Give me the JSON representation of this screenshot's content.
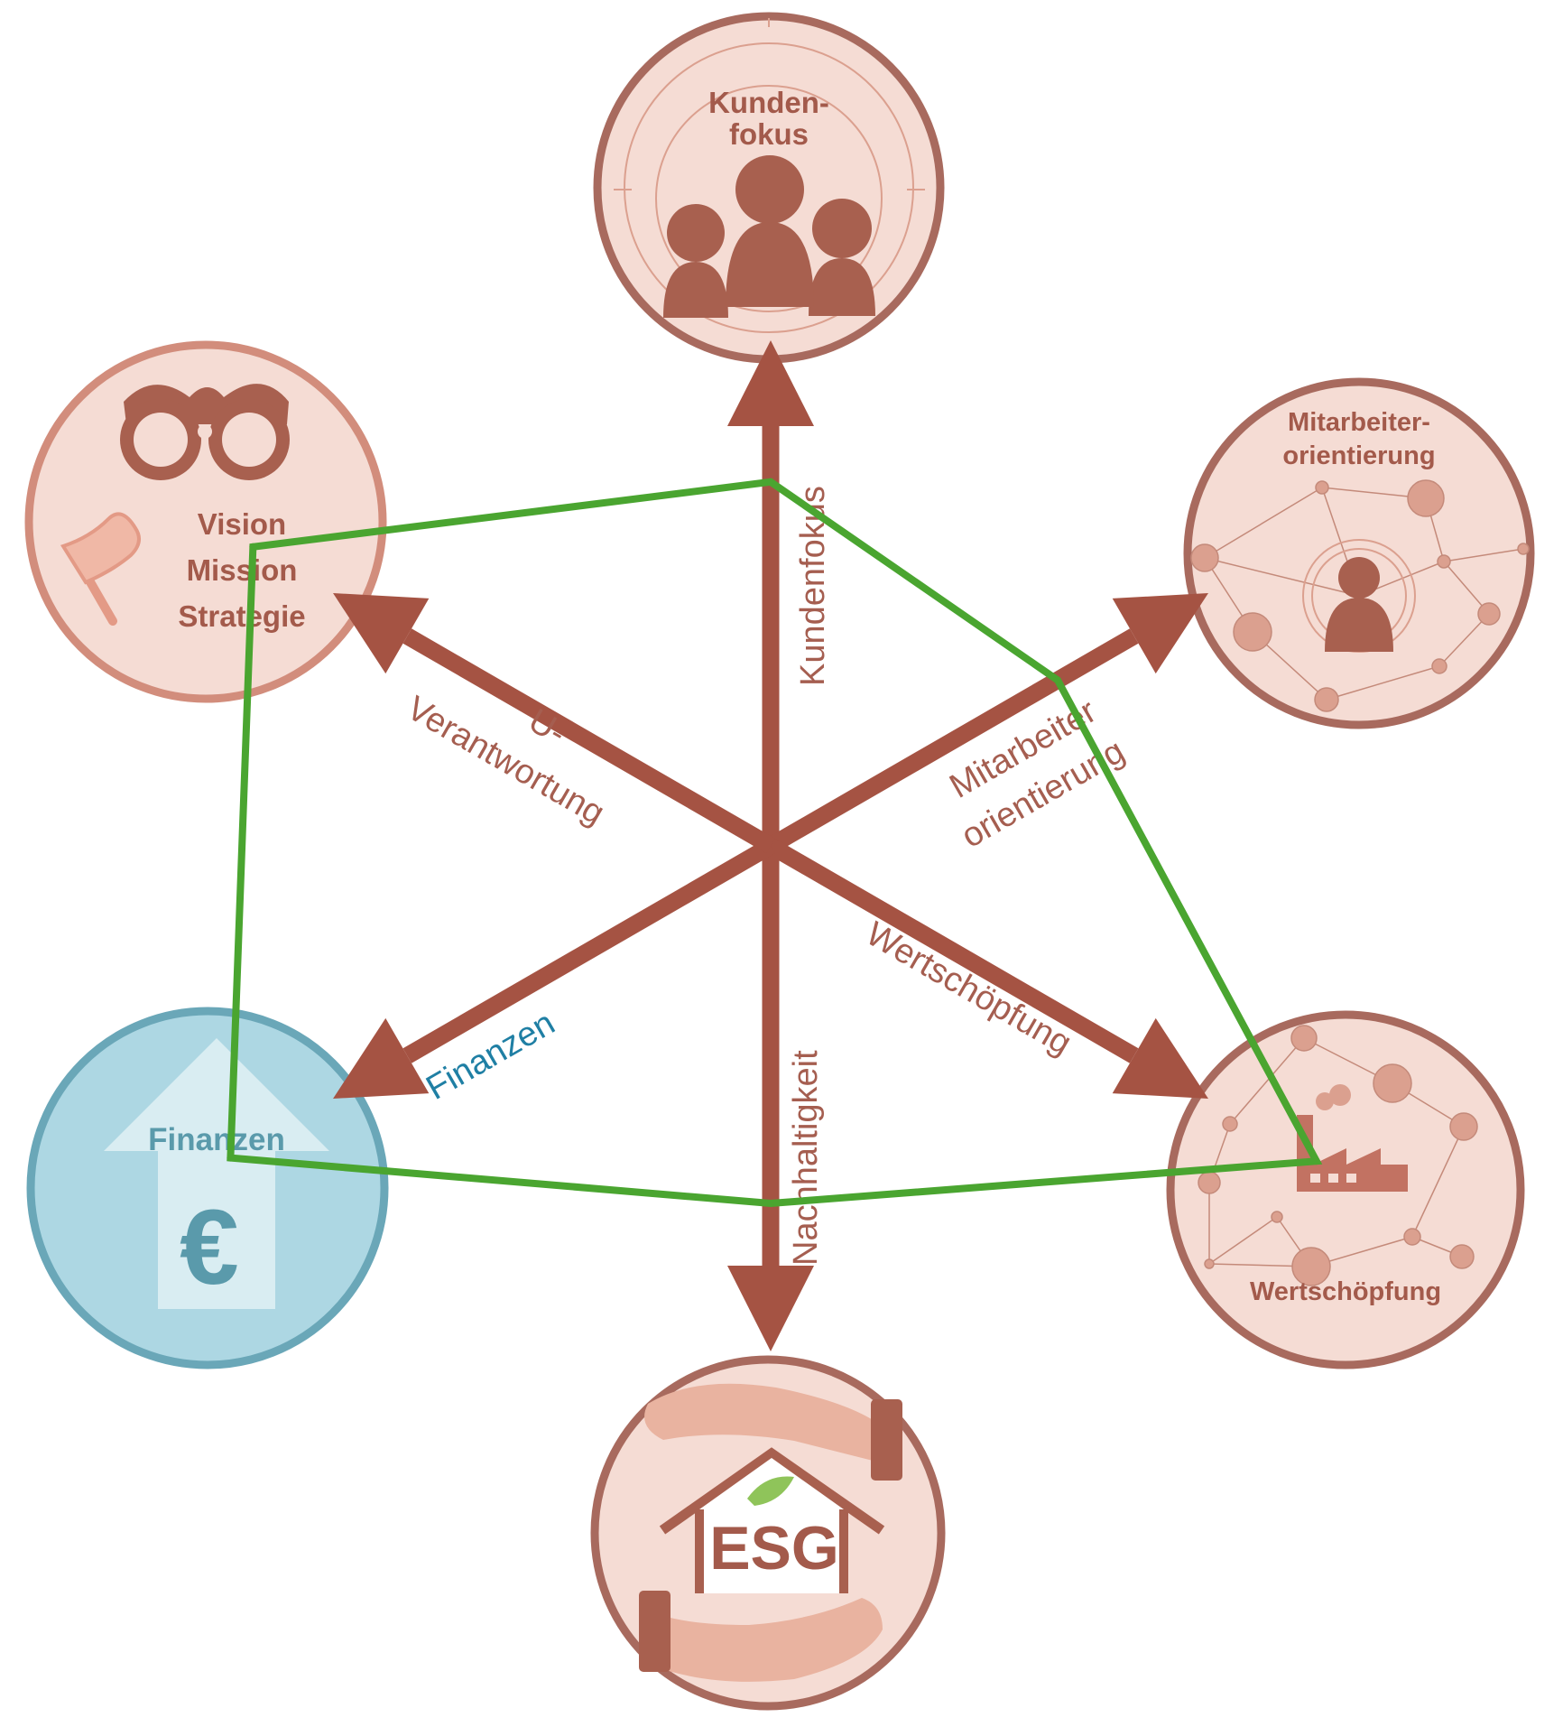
{
  "colors": {
    "axis": "#a55343",
    "polygon": "#4aa530",
    "circle_fill": "#f5dcd4",
    "circle_stroke": "#a86a5e",
    "vision_stroke": "#d28d7c",
    "finance_fill": "#add7e3",
    "finance_stroke": "#6aa7b8",
    "finance_text": "#5a9aab",
    "finance_label": "#1f7fa4",
    "title_text": "#a35a4b",
    "label_text": "#a55e50",
    "icon": "#a8604f",
    "icon_light": "#dba08f"
  },
  "circles": {
    "kundenfokus": {
      "line1": "Kunden-",
      "line2": "fokus",
      "icon": "customer-group-icon"
    },
    "mitarbeiter": {
      "line1": "Mitarbeiter-",
      "line2": "orientierung",
      "icon": "employee-network-icon"
    },
    "wertschoepfung": {
      "title": "Wertschöpfung",
      "icon": "factory-network-icon"
    },
    "esg": {
      "title": "ESG",
      "icon": "hands-house-icon"
    },
    "finanzen": {
      "title": "Finanzen",
      "symbol": "€",
      "icon": "euro-arrow-icon"
    },
    "vision": {
      "line1": "Vision",
      "line2": "Mission",
      "line3": "Strategie",
      "icon": "binoculars-icon"
    }
  },
  "axis_labels": {
    "kundenfokus": "Kundenfokus",
    "mitarbeiter_1": "Mitarbeiter",
    "mitarbeiter_2": "orientierung",
    "wertschoepfung": "Wertschöpfung",
    "nachhaltigkeit": "Nachhaltigkeit",
    "finanzen": "Finanzen",
    "verantwortung_1": "U-",
    "verantwortung_2": "Verantwortung"
  },
  "chart_data": {
    "type": "radar",
    "axes": [
      "Kundenfokus",
      "Mitarbeiterorientierung",
      "Wertschöpfung",
      "Nachhaltigkeit",
      "Finanzen",
      "U-Verantwortung"
    ],
    "values": [
      0.56,
      0.51,
      0.97,
      0.55,
      0.96,
      0.92
    ],
    "range": [
      0,
      1
    ]
  }
}
